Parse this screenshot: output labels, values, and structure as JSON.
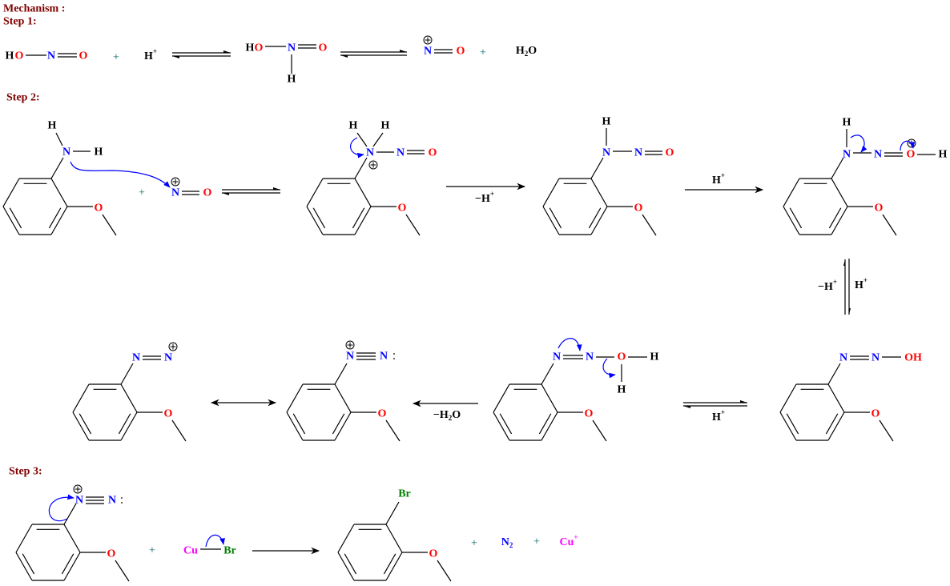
{
  "header": {
    "title": "Mechanism :",
    "step1": "Step 1:",
    "step2": "Step 2:",
    "step3": "Step 3:"
  },
  "atoms": {
    "H": "H",
    "O": "O",
    "N": "N",
    "Br": "Br",
    "Cu": "Cu",
    "OH": "OH"
  },
  "symbols": {
    "plus": "+"
  },
  "reagents": {
    "h_plus": {
      "base": "H",
      "sup": "+"
    },
    "minus_h_plus": {
      "base": "−H",
      "sup": "+"
    },
    "minus_h2o": {
      "a": "−H",
      "sub": "2",
      "b": "O"
    },
    "h2o": {
      "a": "H",
      "sub": "2",
      "b": "O"
    },
    "n2": {
      "a": "N",
      "sub": "2"
    },
    "cu_plus": {
      "base": "Cu",
      "sup": "+"
    }
  },
  "colors": {
    "heading": "#800000",
    "nitrogen": "#0000ff",
    "oxygen": "#ff0000",
    "bromine": "#008000",
    "copper": "#ff00ff",
    "electron_arrow": "#0000ff"
  }
}
